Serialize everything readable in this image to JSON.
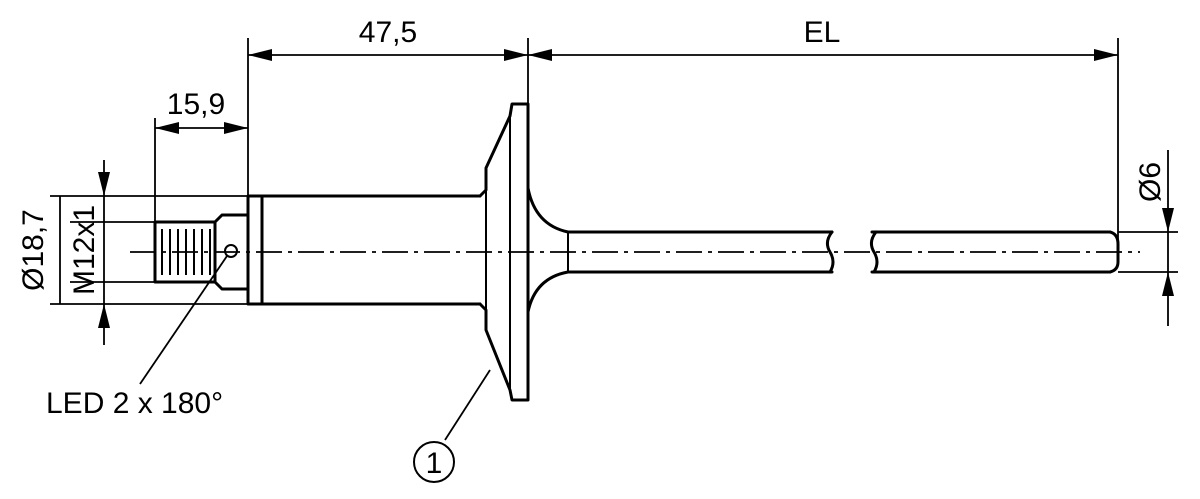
{
  "dimensions": {
    "length_head": "47,5",
    "length_el": "EL",
    "length_thread": "15,9",
    "diameter_body": "Ø18,7",
    "thread": "M12x1",
    "diameter_probe": "Ø6"
  },
  "annotations": {
    "led": "LED 2 x 180°",
    "callout_number": "1"
  },
  "colors": {
    "line": "#000000",
    "background": "#ffffff"
  }
}
